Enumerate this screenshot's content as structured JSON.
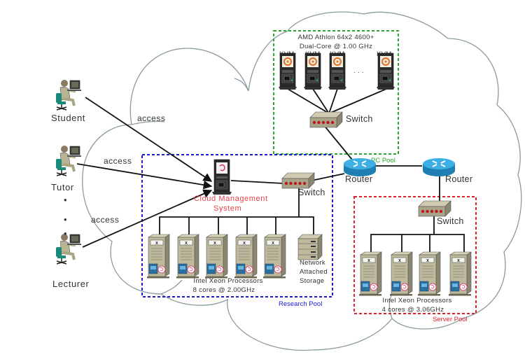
{
  "diagram": {
    "title": "Cloud infrastructure diagram",
    "users": [
      {
        "label": "Student",
        "access_label": "access"
      },
      {
        "label": "Tutor",
        "access_label": "access"
      },
      {
        "label": "Lecturer",
        "access_label": "access"
      }
    ],
    "ellipsis_dots": [
      "•",
      "•",
      "•"
    ],
    "cms": {
      "line1": "Cloud Management",
      "line2": "System"
    },
    "pc_pool": {
      "name": "PC Pool",
      "spec_line1": "AMD Athlon 64x2 4600+",
      "spec_line2": "Dual-Core @ 1.00 GHz",
      "node_label": "KVM",
      "node_count_shown": 4,
      "ellipsis": ". . .",
      "switch_label": "Switch",
      "color": "#2aa82a"
    },
    "research_pool": {
      "name": "Research Pool",
      "spec_line1": "Intel Xeon Processors",
      "spec_line2": "8 cores @ 2.00GHz",
      "server_count": 5,
      "switch_label": "Switch",
      "nas": {
        "line1": "Network",
        "line2": "Attached",
        "line3": "Storage"
      },
      "color": "#1a1ad6"
    },
    "server_pool": {
      "name": "Server Pool",
      "spec_line1": "Intel Xeon Processors",
      "spec_line2": "4 cores @ 3.06GHz",
      "server_count": 4,
      "switch_label": "Switch",
      "color": "#e0202a"
    },
    "routers": [
      {
        "label": "Router"
      },
      {
        "label": "Router"
      }
    ],
    "server_badge": "Xeon",
    "colors": {
      "cloud_stroke": "#8a9aa0",
      "link": "#111111",
      "router_blue": "#2a9fd6",
      "switch_body": "#a8a48a",
      "switch_led": "#c0141c",
      "server_body": "#bdb99a"
    }
  }
}
